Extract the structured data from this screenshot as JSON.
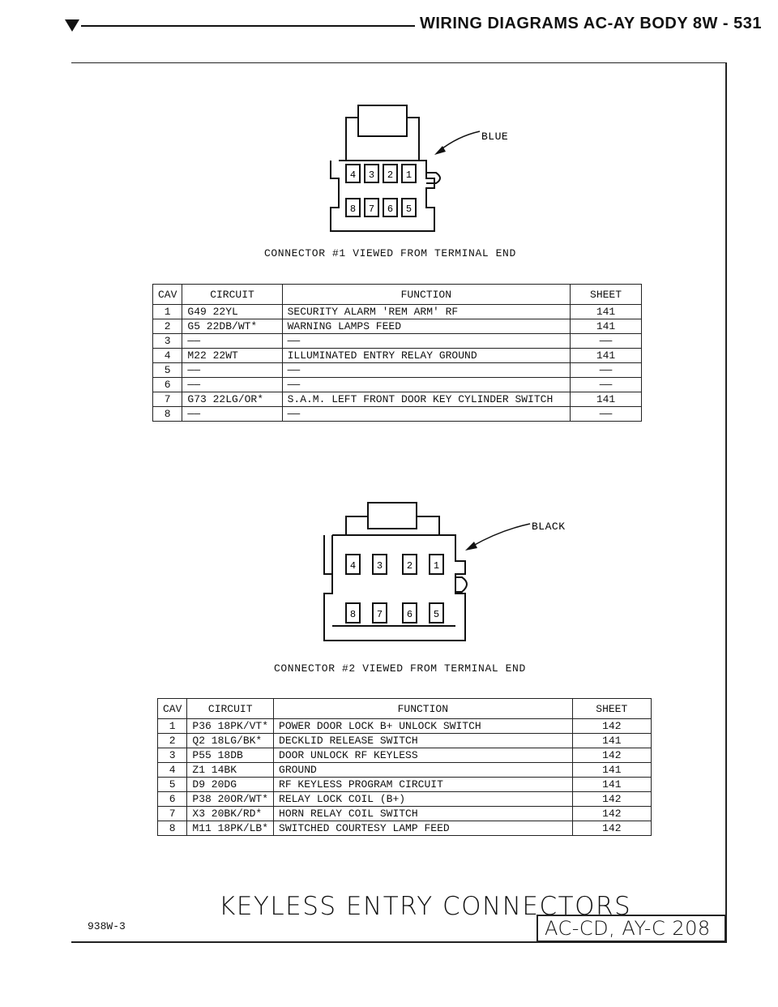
{
  "header": {
    "title": "WIRING DIAGRAMS AC-AY BODY   8W - 531"
  },
  "connector1": {
    "color_label": "BLUE",
    "top_row_pins": [
      "4",
      "3",
      "2",
      "1"
    ],
    "bottom_row_pins": [
      "8",
      "7",
      "6",
      "5"
    ],
    "caption": "CONNECTOR #1 VIEWED FROM TERMINAL END",
    "table": {
      "headers": [
        "CAV",
        "CIRCUIT",
        "FUNCTION",
        "SHEET"
      ],
      "rows": [
        {
          "cav": "1",
          "circuit": "G49 22YL",
          "function": "SECURITY ALARM 'REM ARM' RF",
          "sheet": "141"
        },
        {
          "cav": "2",
          "circuit": "G5 22DB/WT*",
          "function": "WARNING LAMPS FEED",
          "sheet": "141"
        },
        {
          "cav": "3",
          "circuit": "——",
          "function": "——",
          "sheet": "——"
        },
        {
          "cav": "4",
          "circuit": "M22 22WT",
          "function": "ILLUMINATED ENTRY RELAY GROUND",
          "sheet": "141"
        },
        {
          "cav": "5",
          "circuit": "——",
          "function": "——",
          "sheet": "——"
        },
        {
          "cav": "6",
          "circuit": "——",
          "function": "——",
          "sheet": "——"
        },
        {
          "cav": "7",
          "circuit": "G73 22LG/OR*",
          "function": "S.A.M. LEFT FRONT DOOR KEY CYLINDER SWITCH",
          "sheet": "141"
        },
        {
          "cav": "8",
          "circuit": "——",
          "function": "——",
          "sheet": "——"
        }
      ]
    }
  },
  "connector2": {
    "color_label": "BLACK",
    "top_row_pins": [
      "4",
      "3",
      "2",
      "1"
    ],
    "bottom_row_pins": [
      "8",
      "7",
      "6",
      "5"
    ],
    "caption": "CONNECTOR #2 VIEWED FROM TERMINAL END",
    "table": {
      "headers": [
        "CAV",
        "CIRCUIT",
        "FUNCTION",
        "SHEET"
      ],
      "rows": [
        {
          "cav": "1",
          "circuit": "P36 18PK/VT*",
          "function": "POWER DOOR LOCK B+ UNLOCK SWITCH",
          "sheet": "142"
        },
        {
          "cav": "2",
          "circuit": "Q2 18LG/BK*",
          "function": "DECKLID RELEASE SWITCH",
          "sheet": "141"
        },
        {
          "cav": "3",
          "circuit": "P55 18DB",
          "function": "DOOR UNLOCK RF KEYLESS",
          "sheet": "142"
        },
        {
          "cav": "4",
          "circuit": "Z1 14BK",
          "function": "GROUND",
          "sheet": "141"
        },
        {
          "cav": "5",
          "circuit": "D9 20DG",
          "function": "RF KEYLESS PROGRAM CIRCUIT",
          "sheet": "141"
        },
        {
          "cav": "6",
          "circuit": "P38 20OR/WT*",
          "function": "RELAY LOCK COIL (B+)",
          "sheet": "142"
        },
        {
          "cav": "7",
          "circuit": "X3 20BK/RD*",
          "function": "HORN RELAY COIL SWITCH",
          "sheet": "142"
        },
        {
          "cav": "8",
          "circuit": "M11 18PK/LB*",
          "function": "SWITCHED COURTESY LAMP FEED",
          "sheet": "142"
        }
      ]
    }
  },
  "footer": {
    "title": "KEYLESS ENTRY CONNECTORS",
    "figure_id": "938W-3",
    "reference": "AC-CD, AY-C 208"
  }
}
